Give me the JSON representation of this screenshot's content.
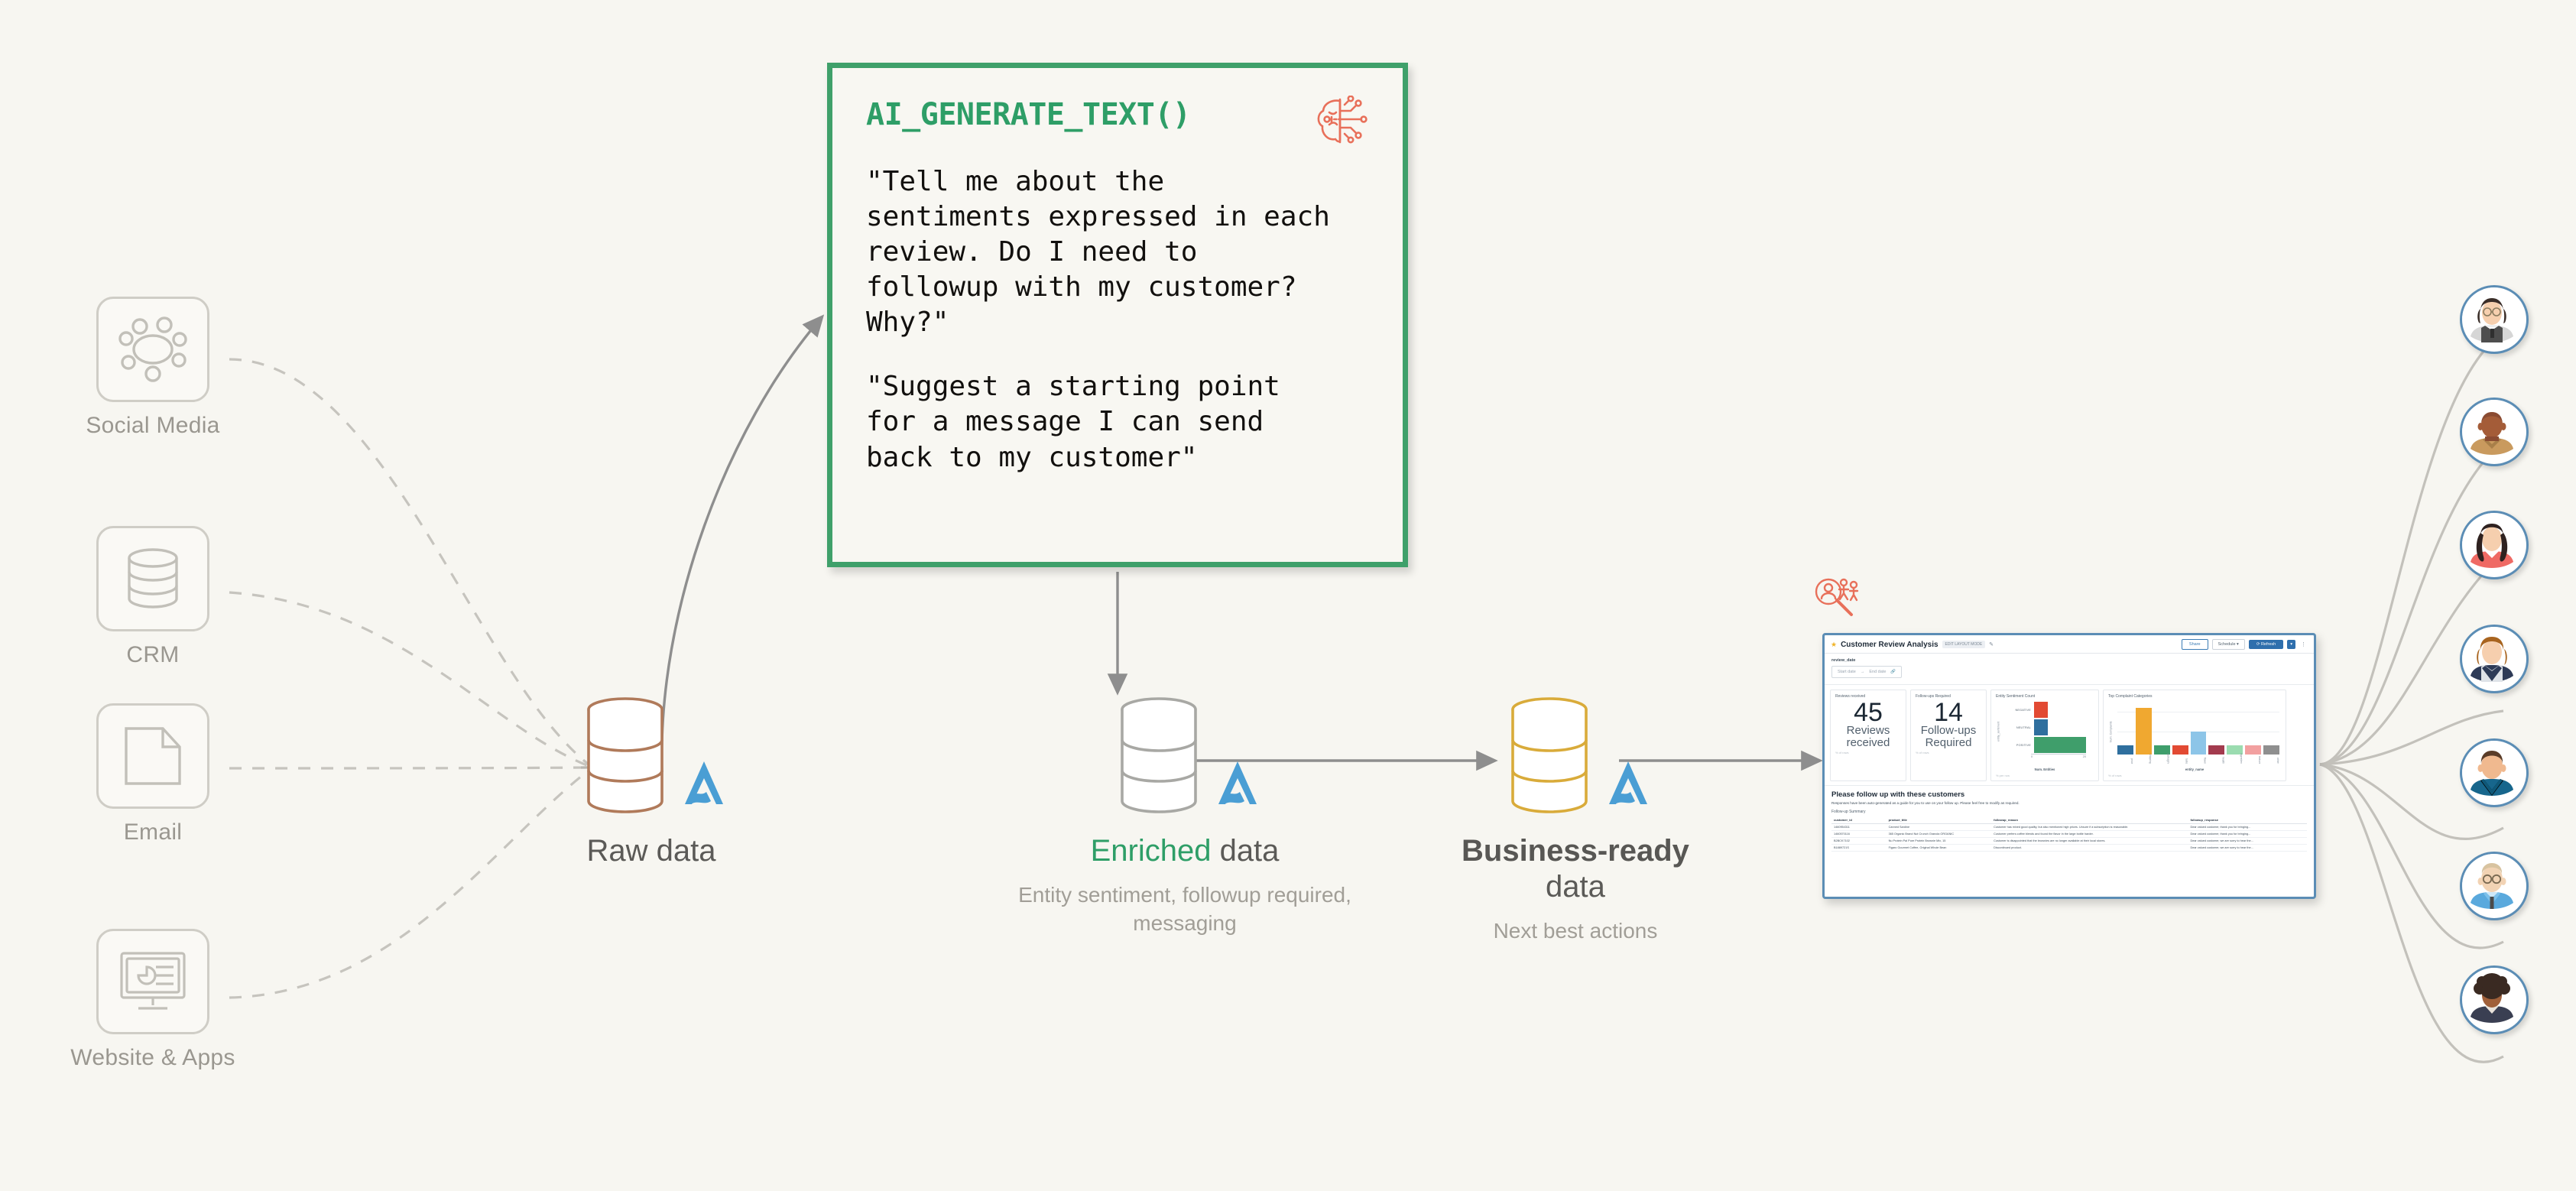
{
  "theme": {
    "background": "#f7f6f1",
    "green": "#2e9e67",
    "coral": "#e8705a",
    "blue": "#4a9ed4",
    "brown": "#b07a5a",
    "gold": "#d9ab3a",
    "gray": "#8c8c8c",
    "dash_border": "#5b8db5"
  },
  "sources": [
    {
      "label": "Social Media",
      "icon": "social-network-icon"
    },
    {
      "label": "CRM",
      "icon": "database-icon"
    },
    {
      "label": "Email",
      "icon": "document-icon"
    },
    {
      "label": "Website & Apps",
      "icon": "monitor-dashboard-icon"
    }
  ],
  "prompt_card": {
    "function_name": "AI_GENERATE_TEXT()",
    "icon": "ai-brain-circuit-icon",
    "prompt_1": "\"Tell me about the\nsentiments expressed in each\nreview. Do I need to\nfollowup with my customer?\nWhy?\"",
    "prompt_2": "\"Suggest a starting point\nfor a message I can send\nback to my customer\""
  },
  "stages": [
    {
      "name": "raw",
      "title_plain": "Raw data",
      "title_accent": "",
      "title_rest": "",
      "subtitle": "",
      "color": "#b07a5a",
      "logo": "databricks-logo-icon"
    },
    {
      "name": "enriched",
      "title_plain": "",
      "title_accent": "Enriched",
      "title_rest": " data",
      "subtitle": "Entity sentiment, followup required, messaging",
      "color": "#a8a8a4",
      "logo": "databricks-logo-icon"
    },
    {
      "name": "business-ready",
      "title_plain": "",
      "title_accent": "",
      "title_rest": "",
      "title_bold": "Business-ready",
      "title_tail": "data",
      "subtitle": "Next best actions",
      "color": "#d9ab3a",
      "logo": "databricks-logo-icon"
    }
  ],
  "dashboard": {
    "icon": "customer-search-icon",
    "star": "★",
    "title": "Customer Review Analysis",
    "badge": "EDIT LAYOUT MODE",
    "pencil": "✎",
    "actions": {
      "share": "Share",
      "schedule": "Schedule ▾",
      "refresh": "⟳ Refresh",
      "refresh_caret": "▾",
      "kebab": "⋮"
    },
    "filter": {
      "label": "review_date",
      "start": "Start date",
      "arrow": "→",
      "end": "End date",
      "icon": "calendar-link-icon"
    },
    "kpis": [
      {
        "header": "Reviews received",
        "value": "45",
        "caption": "Reviews received",
        "footer": "% of rows"
      },
      {
        "header": "Follow-ups Required",
        "value": "14",
        "caption": "Follow-ups Required",
        "footer": "% of rows"
      }
    ],
    "panels": [
      {
        "header": "Entity Sentiment Count",
        "footer": "% per row"
      },
      {
        "header": "Top Complaint Categories",
        "footer": "% of rows"
      }
    ],
    "followup": {
      "heading": "Please follow up with these customers",
      "paragraph": "Responses have been auto-generated as a guide for you to use on your follow up. Please feel free to modify as required.",
      "table_title": "Follow-up Summary",
      "columns": [
        "customer_id",
        "product_title",
        "followup_reason",
        "followup_response"
      ],
      "rows": [
        [
          "1460954311",
          "Canned Sardine",
          "Customer has mixed good quality, but also mentioned high prices. Unsure if a subscription is reasonable.",
          "Dear valued customer, thank you for bringing..."
        ],
        [
          "1460570116",
          "365 Organic Brand Nut Crunch Granola ORGANIC",
          "Customer prefers coffee blends and found the flavor in the large bottle harder.",
          "Dear valued customer, thank you for bringing..."
        ],
        [
          "B2BCK7102",
          "Nu Protein Pal Pure Protein Brownie Mix, 15",
          "Customer is disappointed that the brownies are no longer available at their local stores.",
          "Dear valued customer, we are sorry to hear the..."
        ],
        [
          "B1889721S",
          "Figaro Gourmet Coffee, Original Whole Bean",
          "Discontinued product.",
          "Dear valued customer, we are sorry to hear the..."
        ]
      ]
    }
  },
  "chart_data": [
    {
      "type": "bar",
      "orientation": "horizontal",
      "title": "Entity Sentiment Count",
      "categories": [
        "NEGATIVE",
        "NEUTRAL",
        "POSITIVE"
      ],
      "values": [
        7,
        7,
        26
      ],
      "colors": [
        "#e24a33",
        "#2f6f9e",
        "#3f9e6b"
      ],
      "xlabel": "Num. Entities",
      "ylabel": "entity_sentiment",
      "xticks": [
        "0",
        "20"
      ],
      "xlim": [
        0,
        28
      ],
      "grid": false,
      "legend": "none"
    },
    {
      "type": "bar",
      "orientation": "vertical",
      "title": "Top Complaint Categories",
      "categories": [
        "price",
        "shipping",
        "packaging",
        "taste",
        "flavor",
        "health",
        "ingredients",
        "texture",
        "other"
      ],
      "values": [
        1,
        4,
        1,
        1,
        2,
        1,
        1,
        1,
        1
      ],
      "colors": [
        "#2f6f9e",
        "#f0a830",
        "#3f9e6b",
        "#e24a33",
        "#8dc5e8",
        "#a33b4e",
        "#9bdcb0",
        "#f2a0a0",
        "#8f8f8f"
      ],
      "xlabel": "entity_name",
      "ylabel": "Num. Complaints",
      "yticks": [
        "0",
        "2",
        "4"
      ],
      "ylim": [
        0,
        4.4
      ],
      "grid": true,
      "legend": "none"
    }
  ],
  "customers": [
    {
      "name": "customer-avatar-1",
      "hair": "#3a2d28",
      "skin": "#f6cfae",
      "shirt": "#d8d8d8",
      "vest": "#4a4a4a",
      "glasses": true,
      "style": "bob"
    },
    {
      "name": "customer-avatar-2",
      "hair": "#8a4b32",
      "skin": "#a45c38",
      "shirt": "#c99a5e",
      "vest": "",
      "glasses": false,
      "style": "bald"
    },
    {
      "name": "customer-avatar-3",
      "hair": "#2f2220",
      "skin": "#f6cfae",
      "shirt": "#ef6a64",
      "vest": "",
      "glasses": false,
      "style": "curly-long"
    },
    {
      "name": "customer-avatar-4",
      "hair": "#a8641f",
      "skin": "#f6cfae",
      "shirt": "#2e3b57",
      "vest": "",
      "glasses": false,
      "style": "bob"
    },
    {
      "name": "customer-avatar-5",
      "hair": "#5a3c28",
      "skin": "#f0b98f",
      "shirt": "#17668c",
      "vest": "",
      "glasses": false,
      "style": "short"
    },
    {
      "name": "customer-avatar-6",
      "hair": "#d8c3a0",
      "skin": "#f2d3b4",
      "shirt": "#5aa9dd",
      "vest": "",
      "glasses": true,
      "style": "bald-glasses"
    },
    {
      "name": "customer-avatar-7",
      "hair": "#3a2a22",
      "skin": "#a0603a",
      "shirt": "#3a3f52",
      "vest": "",
      "glasses": false,
      "style": "afro"
    }
  ]
}
